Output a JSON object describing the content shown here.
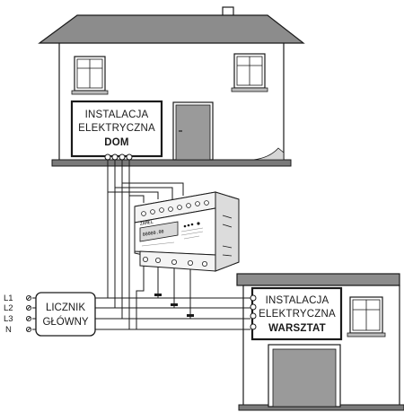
{
  "house": {
    "box_line1": "INSTALACJA",
    "box_line2": "ELEKTRYCZNA",
    "box_line3": "DOM"
  },
  "workshop": {
    "box_line1": "INSTALACJA",
    "box_line2": "ELEKTRYCZNA",
    "box_line3": "WARSZTAT"
  },
  "main_meter": {
    "line1": "LICZNIK",
    "line2": "GŁÓWNY"
  },
  "supply_lines": [
    "L1",
    "L2",
    "L3",
    "N"
  ],
  "device": {
    "display": "00000.00",
    "brand": "ZAMEL"
  },
  "colors": {
    "wall": "#ffffff",
    "roof": "#8c8c8c",
    "ground": "#7a7a7a",
    "door": "#9a9a9a",
    "line": "#1a1a1a"
  }
}
